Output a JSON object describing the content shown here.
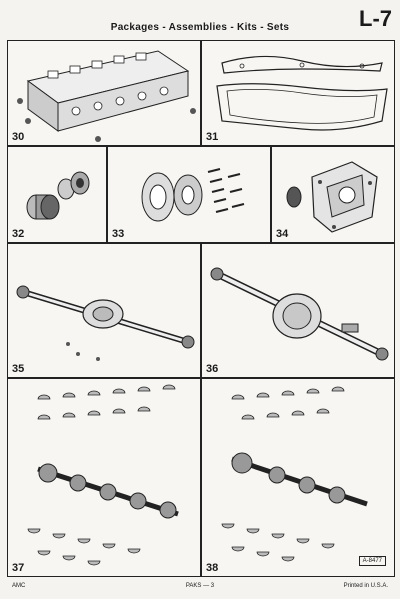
{
  "header": {
    "title": "Packages - Assemblies - Kits - Sets",
    "page_code": "L-7"
  },
  "panels": [
    {
      "number": "30",
      "icon": "cylinder-head-icon"
    },
    {
      "number": "31",
      "icon": "gasket-set-icon"
    },
    {
      "number": "32",
      "icon": "bushing-kit-icon"
    },
    {
      "number": "33",
      "icon": "flange-bolt-kit-icon"
    },
    {
      "number": "34",
      "icon": "water-pump-icon"
    },
    {
      "number": "35",
      "icon": "front-axle-icon"
    },
    {
      "number": "36",
      "icon": "rear-axle-icon"
    },
    {
      "number": "37",
      "icon": "crankshaft-bearing-kit-icon"
    },
    {
      "number": "38",
      "icon": "crankshaft-bearing-kit-icon"
    }
  ],
  "reference": "A-8477",
  "footer": {
    "left": "AMC",
    "center": "PAKS — 3",
    "right": "Printed in U.S.A."
  }
}
